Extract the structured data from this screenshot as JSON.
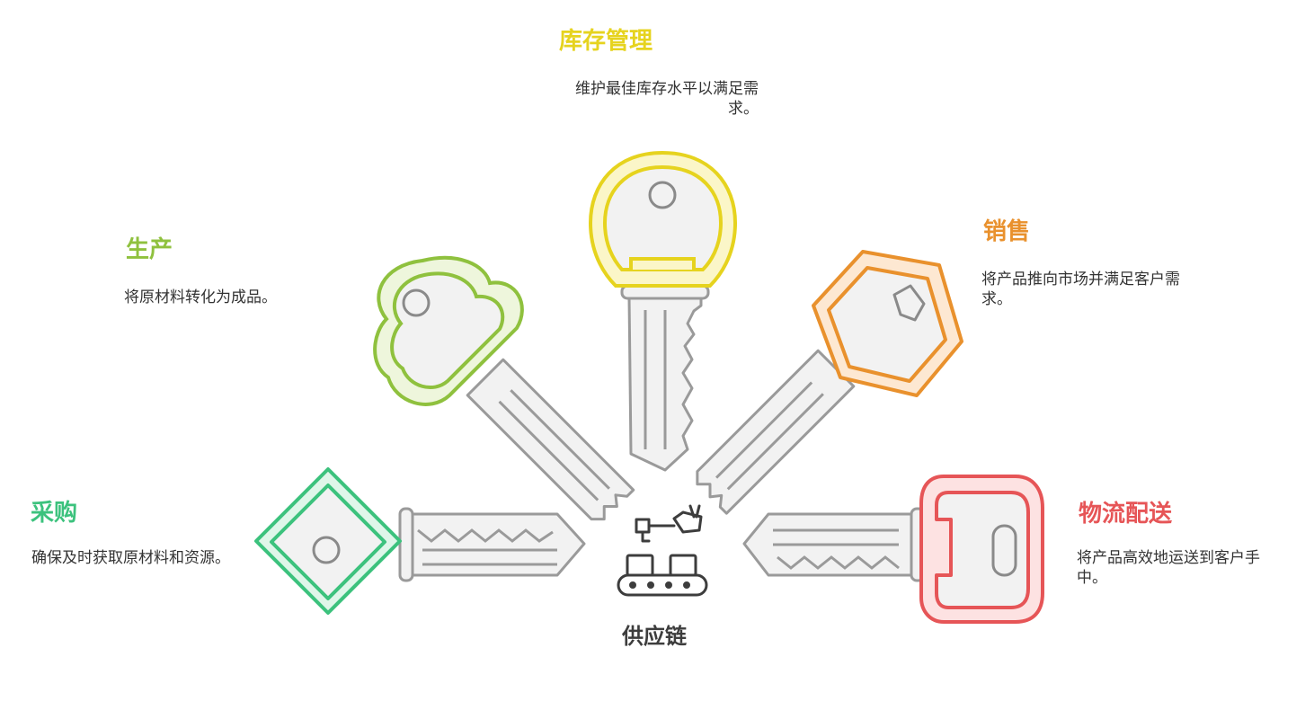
{
  "center": {
    "label": "供应链",
    "icon": "conveyor-robot-icon"
  },
  "items": [
    {
      "id": "inventory",
      "title": "库存管理",
      "desc": "维护最佳库存水平以满足需求。",
      "color": "#e6d31e",
      "fill": "#fbf6c8"
    },
    {
      "id": "production",
      "title": "生产",
      "desc": "将原材料转化为成品。",
      "color": "#8fc13e",
      "fill": "#eef6dc"
    },
    {
      "id": "sales",
      "title": "销售",
      "desc": "将产品推向市场并满足客户需求。",
      "color": "#e9912d",
      "fill": "#fde8d2"
    },
    {
      "id": "procurement",
      "title": "采购",
      "desc": "确保及时获取原材料和资源。",
      "color": "#3cc27d",
      "fill": "#dff6e9"
    },
    {
      "id": "logistics",
      "title": "物流配送",
      "desc": "将产品高效地运送到客户手中。",
      "color": "#e65557",
      "fill": "#fde2e2"
    }
  ]
}
